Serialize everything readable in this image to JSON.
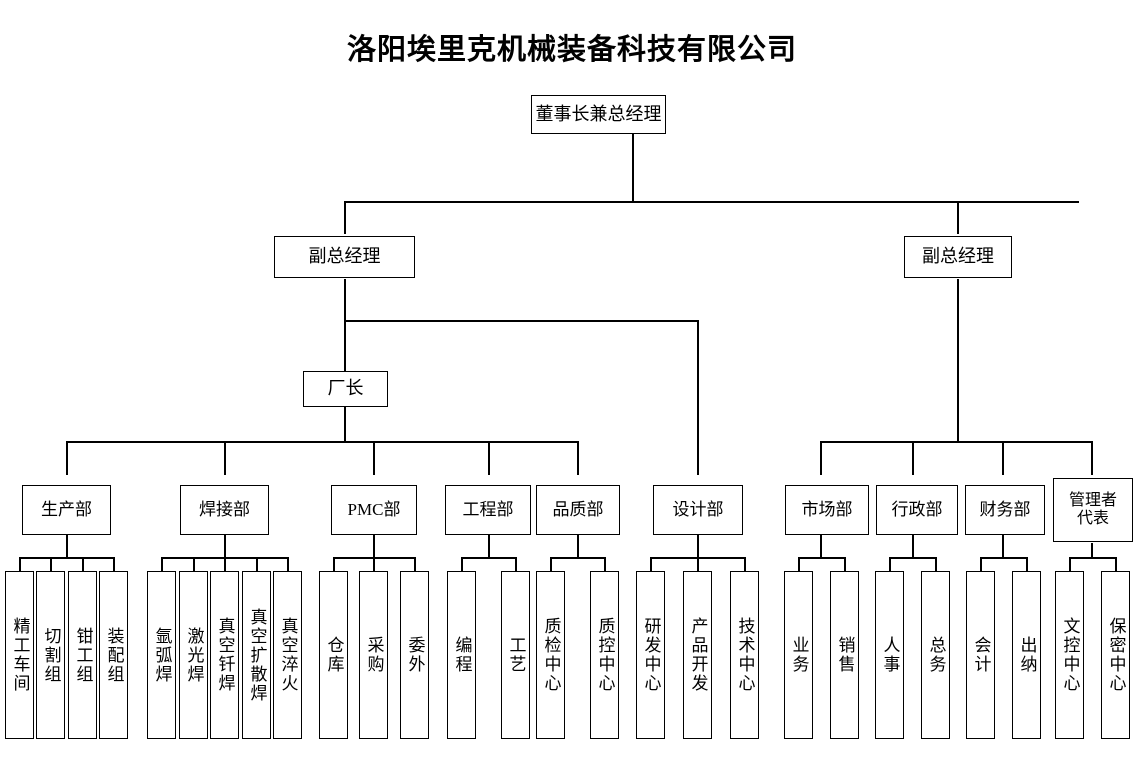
{
  "title": "洛阳埃里克机械装备科技有限公司",
  "chart_data": {
    "type": "diagram",
    "diagram_type": "organization-chart",
    "title": "洛阳埃里克机械装备科技有限公司",
    "orientation": "top-down",
    "levels": 5
  },
  "nodes": {
    "chairman": "董事长兼总经理",
    "vp_left": "副总经理",
    "vp_right": "副总经理",
    "plant_manager": "厂长",
    "dept_production": "生产部",
    "dept_welding": "焊接部",
    "dept_pmc": "PMC部",
    "dept_engineering": "工程部",
    "dept_quality": "品质部",
    "dept_design": "设计部",
    "dept_marketing": "市场部",
    "dept_admin": "行政部",
    "dept_finance": "财务部",
    "dept_mgmt_rep_line1": "管理者",
    "dept_mgmt_rep_line2": "代表",
    "leaf_fine_workshop": "精工车间",
    "leaf_cutting_group": "切割组",
    "leaf_fitter_group": "钳工组",
    "leaf_assembly_group": "装配组",
    "leaf_tig_welding": "氩弧焊",
    "leaf_laser_welding": "激光焊",
    "leaf_vacuum_brazing": "真空钎焊",
    "leaf_vacuum_diffusion": "真空扩散焊",
    "leaf_vacuum_quench": "真空淬火",
    "leaf_warehouse": "仓库",
    "leaf_purchasing": "采购",
    "leaf_outsourcing": "委外",
    "leaf_programming": "编程",
    "leaf_process": "工艺",
    "leaf_qc_inspection": "质检中心",
    "leaf_qc_control": "质控中心",
    "leaf_rnd_center": "研发中心",
    "leaf_product_dev": "产品开发",
    "leaf_tech_center": "技术中心",
    "leaf_business": "业务",
    "leaf_sales": "销售",
    "leaf_hr": "人事",
    "leaf_general_affairs": "总务",
    "leaf_accounting": "会计",
    "leaf_cashier": "出纳",
    "leaf_doc_control": "文控中心",
    "leaf_confidential": "保密中心"
  }
}
